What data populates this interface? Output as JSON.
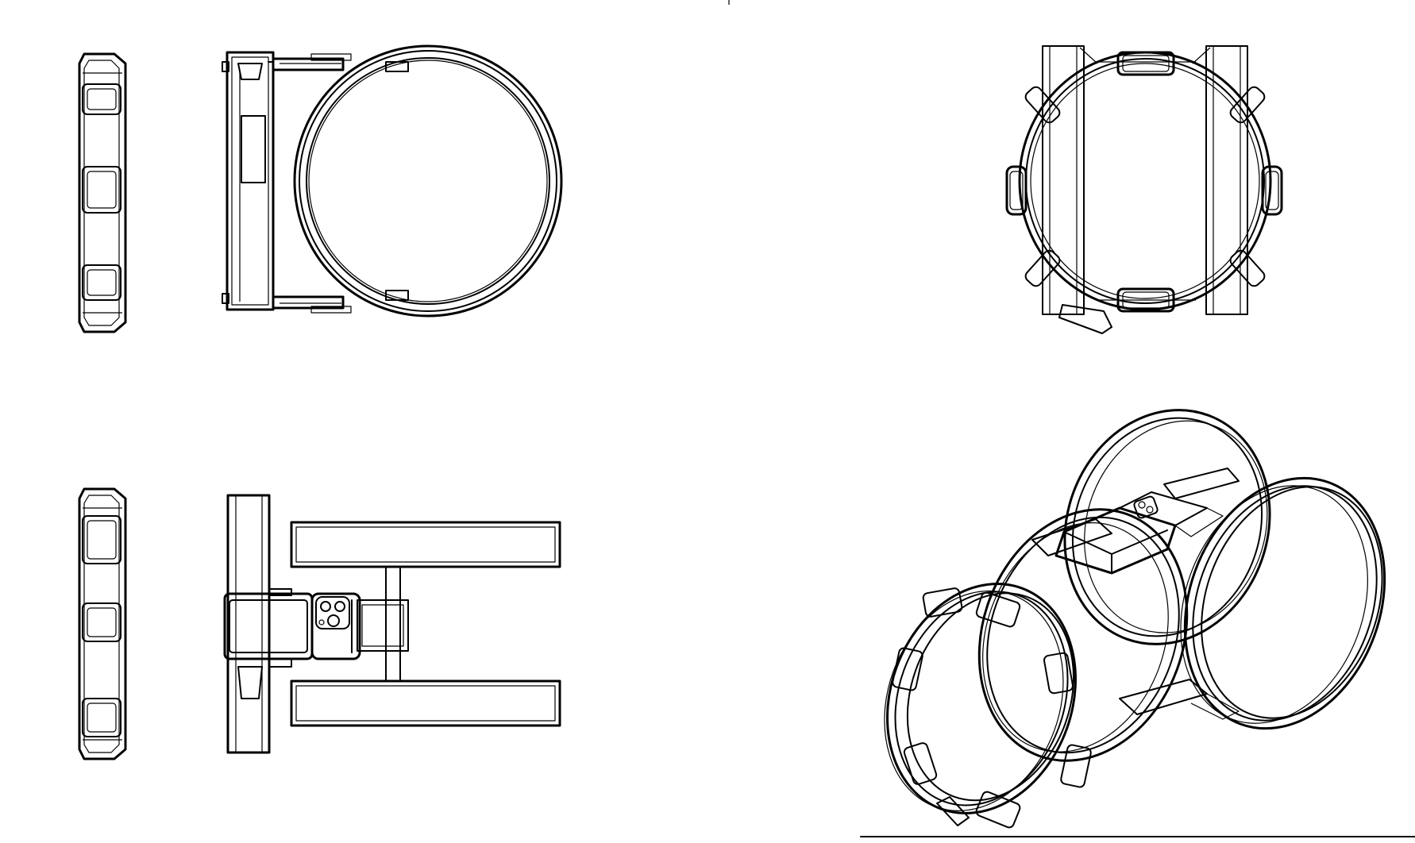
{
  "drawing": {
    "line_color": "#000000",
    "background": "#ffffff",
    "views": [
      "side-view-top",
      "front-view-top",
      "plan-view-top-right",
      "side-view-bottom",
      "top-view-bottom",
      "isometric-view"
    ]
  }
}
